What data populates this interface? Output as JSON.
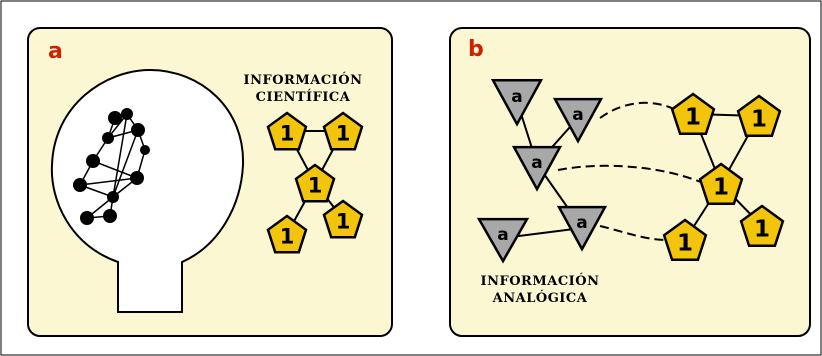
{
  "colors": {
    "panel_fill": "#fbf7d3",
    "outline": "#000000",
    "label_red": "#cc2200",
    "pentagon_fill": "#f2c50c",
    "triangle_fill": "#a8a8a8"
  },
  "panel_a": {
    "label": "a",
    "caption_line1": "INFORMACIÓN",
    "caption_line2": "CIENTÍFICA",
    "node_symbol": "1"
  },
  "panel_b": {
    "label": "b",
    "caption_line1": "INFORMACIÓN",
    "caption_line2": "ANALÓGICA",
    "triangle_symbol": "a",
    "pentagon_symbol": "1"
  },
  "icons": {
    "head": "head-silhouette-icon",
    "brain_network": "neural-network-icon",
    "pentagon_node": "pentagon-node-icon",
    "triangle_node": "triangle-node-icon"
  }
}
